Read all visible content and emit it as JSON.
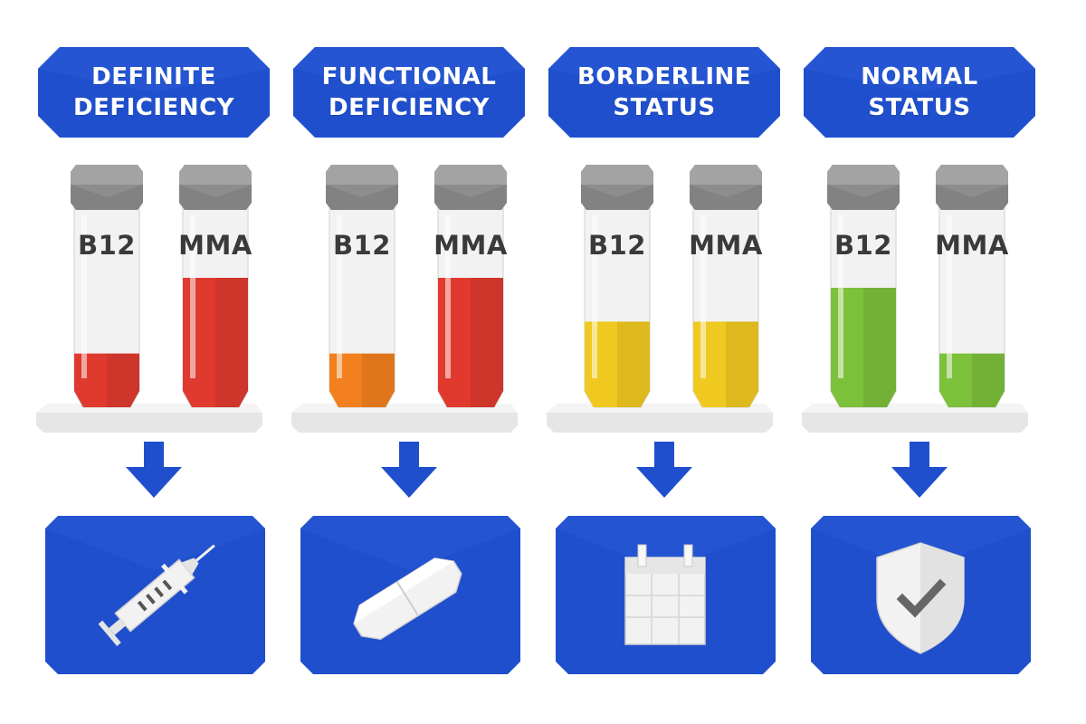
{
  "colors": {
    "brand_blue": "#1f4fcc",
    "brand_blue_dark": "#1a43b0",
    "red": "#e03a2f",
    "orange": "#f2801f",
    "yellow": "#f0c920",
    "green": "#7cc13a",
    "cap_gray": "#8d8d8d",
    "tube_white": "#f2f2f2"
  },
  "columns": [
    {
      "title": "DEFINITE\nDEFICIENCY",
      "tubes": [
        {
          "label": "B12",
          "level": 0.27,
          "color": "#e03a2f"
        },
        {
          "label": "MMA",
          "level": 0.65,
          "color": "#e03a2f"
        }
      ],
      "action_icon": "syringe-icon"
    },
    {
      "title": "FUNCTIONAL\nDEFICIENCY",
      "tubes": [
        {
          "label": "B12",
          "level": 0.27,
          "color": "#f2801f"
        },
        {
          "label": "MMA",
          "level": 0.65,
          "color": "#e03a2f"
        }
      ],
      "action_icon": "pill-icon"
    },
    {
      "title": "BORDERLINE\nSTATUS",
      "tubes": [
        {
          "label": "B12",
          "level": 0.43,
          "color": "#f0c920"
        },
        {
          "label": "MMA",
          "level": 0.43,
          "color": "#f0c920"
        }
      ],
      "action_icon": "calendar-icon"
    },
    {
      "title": "NORMAL\nSTATUS",
      "tubes": [
        {
          "label": "B12",
          "level": 0.6,
          "color": "#7cc13a"
        },
        {
          "label": "MMA",
          "level": 0.27,
          "color": "#7cc13a"
        }
      ],
      "action_icon": "shield-check-icon"
    }
  ]
}
